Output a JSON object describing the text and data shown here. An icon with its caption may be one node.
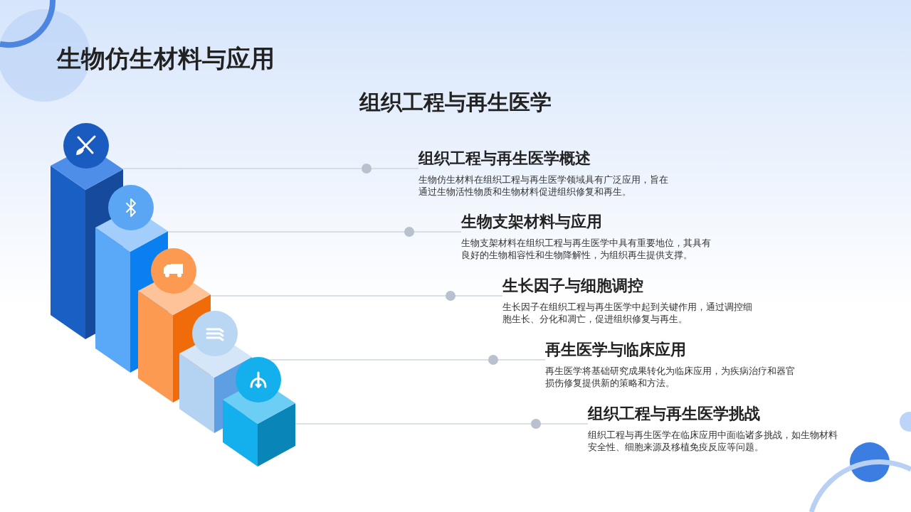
{
  "diagram": {
    "title": "生物仿生材料与应用",
    "nodes": [
      {
        "text": [],
        "shape": "bar"
      },
      {
        "text": [],
        "shape": "bar"
      },
      {
        "text": [],
        "shape": "bar"
      },
      {
        "text": [],
        "shape": "bar"
      },
      {
        "text": [],
        "shape": "bar"
      },
      {
        "text": [
          "组织工程与再生医学概述",
          "生物仿生材料在组织工程与再生医学领域具有广泛应用，旨在通过生物活性物质和生物材料促进组织修复和再生。"
        ]
      },
      {
        "text": [
          "生物支架材料与应用",
          "生物支架材料在组织工程与再生医学中具有重要地位，其具有良好的生物相容性和生物降解性，为组织再生提供支撑。"
        ]
      },
      {
        "text": [
          "生长因子与细胞调控",
          "生长因子在组织工程与再生医学中起到关键作用，通过调控细胞生长、分化和凋亡，促进组织修复与再生。"
        ]
      },
      {
        "text": [
          "再生医学与临床应用",
          "再生医学将基础研究成果转化为临床应用，为疾病治疗和器官损伤修复提供新的策略和方法。"
        ]
      },
      {
        "text": [
          "组织工程与再生医学挑战",
          "组织工程与再生医学在临床应用中面临诸多挑战，如生物材料安全性、细胞来源及移植免疫反应等问题。"
        ]
      }
    ],
    "edges": [
      {
        "from": 0,
        "to": 5,
        "arrow": "none"
      },
      {
        "from": 1,
        "to": 6,
        "arrow": "none"
      },
      {
        "from": 2,
        "to": 7,
        "arrow": "none"
      },
      {
        "from": 3,
        "to": 8,
        "arrow": "none"
      },
      {
        "from": 4,
        "to": 9,
        "arrow": "none"
      }
    ],
    "labels": [
      "组织工程与再生医学"
    ]
  }
}
